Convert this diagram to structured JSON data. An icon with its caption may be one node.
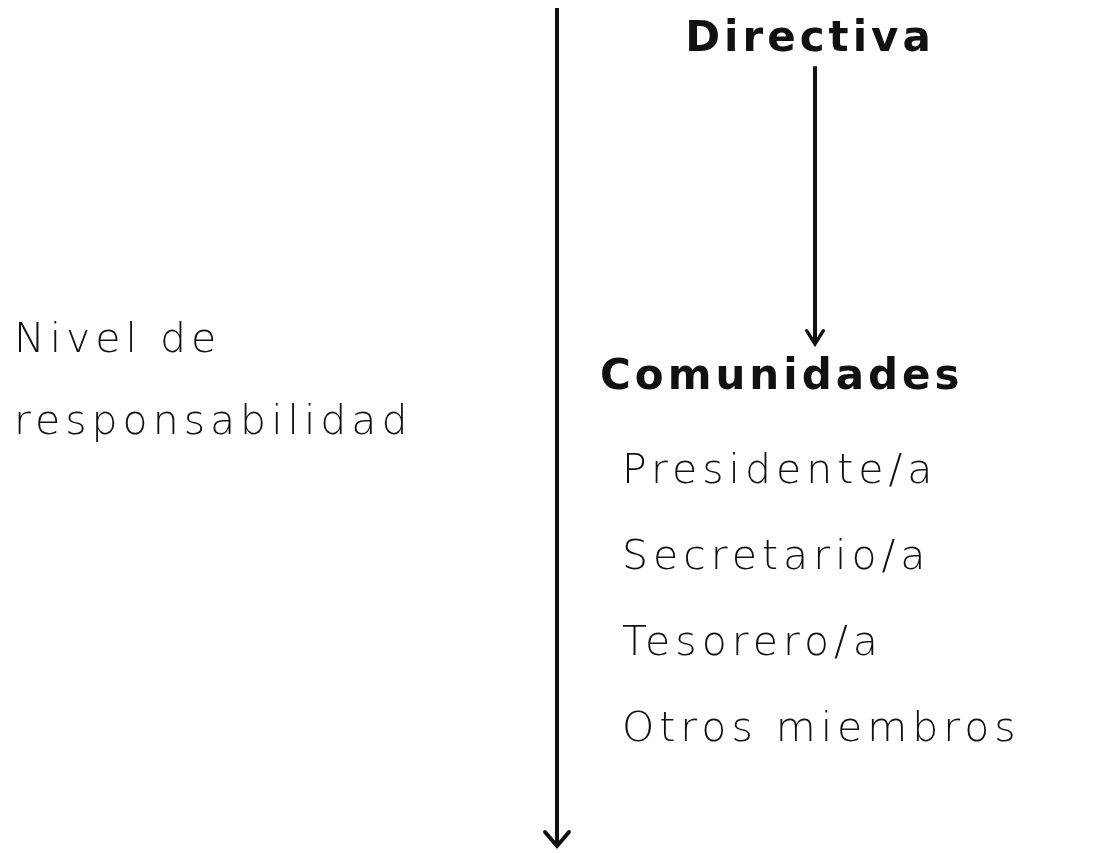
{
  "diagram": {
    "nodes": [
      {
        "text": [
          "Directiva"
        ]
      },
      {
        "text": [
          "Comunidades"
        ]
      }
    ],
    "edges": [
      {
        "from": 0,
        "to": 1,
        "arrow": "to"
      }
    ],
    "labels": [
      "Nivel de responsabilidad",
      "Presidente/a",
      "Secretario/a",
      "Tesorero/a",
      "Otros miembros"
    ]
  }
}
